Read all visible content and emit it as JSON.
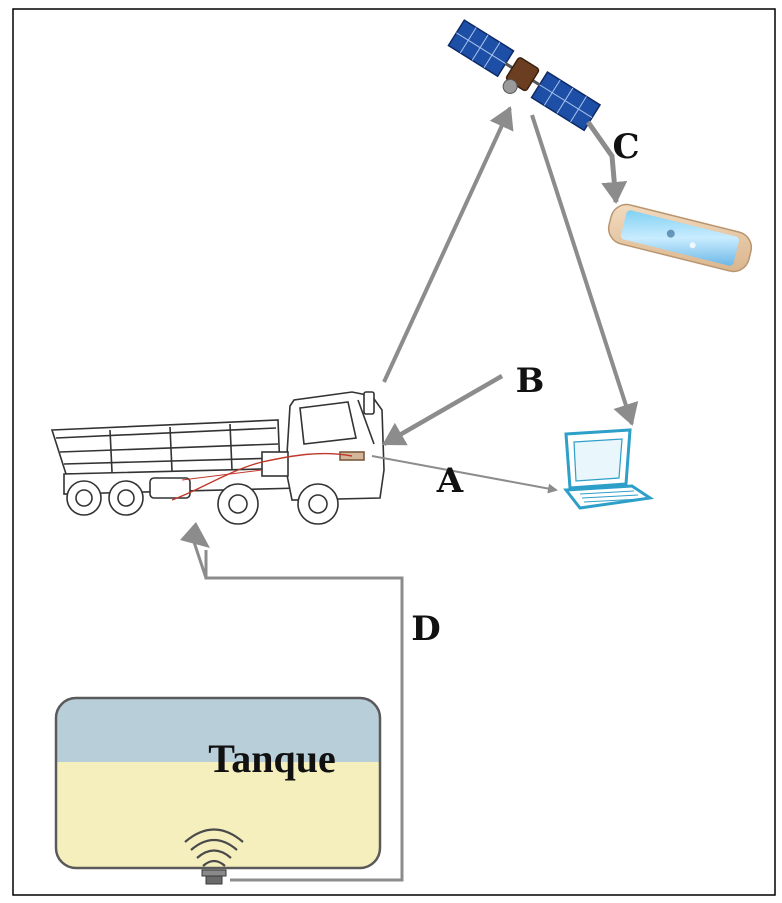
{
  "diagram": {
    "labels": {
      "a": "A",
      "b": "B",
      "c": "C",
      "d": "D"
    },
    "tank": {
      "label": "Tanque"
    },
    "colors": {
      "frame": "#000000",
      "arrow": "#8c8c8c",
      "wiring": "#c0392b",
      "tank_water": "#b8cfda",
      "tank_fuel": "#f5efbd",
      "tank_border": "#5a5a5a",
      "laptop": "#2d9fc9",
      "satellite_panel": "#1e4fa6"
    },
    "icons": [
      "satellite-icon",
      "smartphone-icon",
      "laptop-icon",
      "dump-truck-icon",
      "fuel-sensor-icon",
      "wireless-signal-icon"
    ]
  }
}
